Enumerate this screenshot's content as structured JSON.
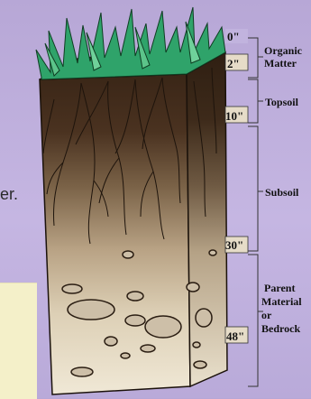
{
  "fragment_text": "er.",
  "depth_labels": [
    "0\"",
    "2\"",
    "10\"",
    "30\"",
    "48\""
  ],
  "layers": [
    {
      "lines": [
        "Organic",
        "Matter"
      ]
    },
    {
      "lines": [
        "Topsoil"
      ]
    },
    {
      "lines": [
        "Subsoil"
      ]
    },
    {
      "lines": [
        "Parent",
        "Material",
        "or",
        "Bedrock"
      ]
    }
  ],
  "colors": {
    "background": "#c1b3de",
    "grass": "#2fa36a",
    "organic": "#5a3a22",
    "topsoil": "#3f2a1b",
    "subsoil": "#a48d6f",
    "parent": "#e3d7bf"
  }
}
